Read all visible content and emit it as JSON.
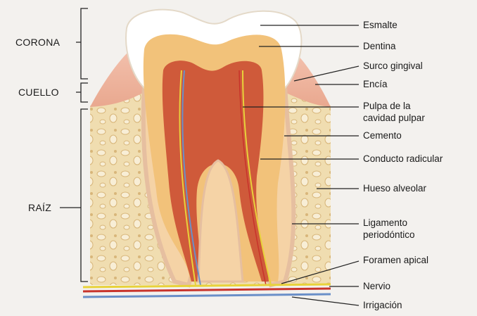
{
  "sections": {
    "corona": "CORONA",
    "cuello": "CUELLO",
    "raiz": "RAÍZ"
  },
  "labels": {
    "esmalte": "Esmalte",
    "dentina": "Dentina",
    "surco_gingival": "Surco gingival",
    "encia": "Encía",
    "pulpa_line1": "Pulpa de la",
    "pulpa_line2": "cavidad pulpar",
    "cemento": "Cemento",
    "conducto_radicular": "Conducto radicular",
    "hueso_alveolar": "Hueso alveolar",
    "ligamento_line1": "Ligamento",
    "ligamento_line2": "periodóntico",
    "foramen_apical": "Foramen apical",
    "nervio": "Nervio",
    "irrigacion": "Irrigación"
  },
  "colors": {
    "background": "#f3f1ee",
    "bone": "#f0ddb0",
    "gum": "#e9a88f",
    "enamel": "#ffffff",
    "dentin": "#f2c27a",
    "pulp": "#cf5a3a",
    "nerve": "#e8d23a",
    "vessel_blue": "#6a8fc8",
    "vessel_red": "#c8332b"
  }
}
